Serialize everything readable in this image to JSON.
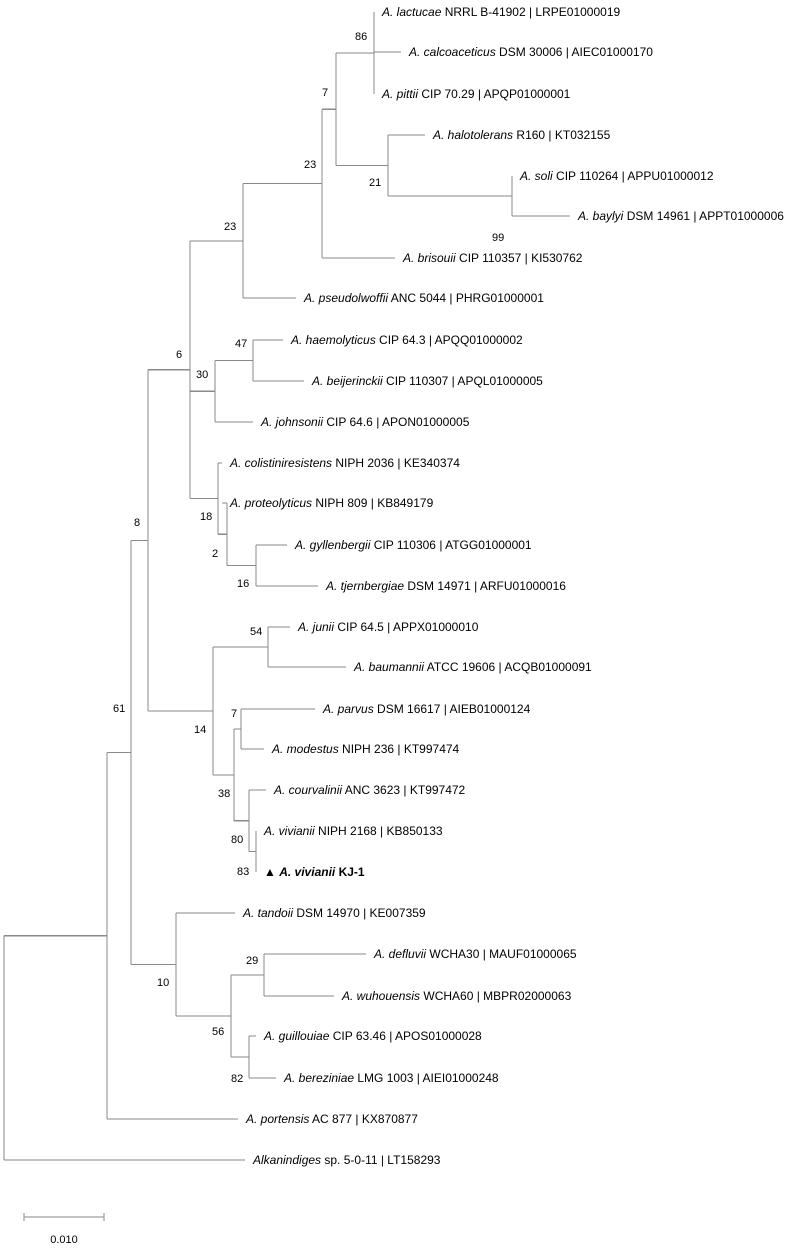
{
  "taxa": [
    {
      "species": "A. lactucae",
      "strain": " NRRL B-41902 | LRPE01000019"
    },
    {
      "species": "A. calcoaceticus",
      "strain": " DSM 30006 | AIEC01000170"
    },
    {
      "species": "A. pittii",
      "strain": " CIP 70.29 | APQP01000001"
    },
    {
      "species": "A. halotolerans",
      "strain": " R160 | KT032155"
    },
    {
      "species": "A. soli",
      "strain": " CIP 110264 | APPU01000012"
    },
    {
      "species": "A. baylyi",
      "strain": " DSM 14961 | APPT01000006"
    },
    {
      "species": "A. brisouii",
      "strain": " CIP 110357 | KI530762"
    },
    {
      "species": "A. pseudolwoffii",
      "strain": " ANC 5044 | PHRG01000001"
    },
    {
      "species": "A. haemolyticus",
      "strain": " CIP 64.3 | APQQ01000002"
    },
    {
      "species": "A. beijerinckii",
      "strain": " CIP 110307 | APQL01000005"
    },
    {
      "species": "A. johnsonii",
      "strain": " CIP 64.6 | APON01000005"
    },
    {
      "species": "A. colistiniresistens",
      "strain": " NIPH 2036 | KE340374"
    },
    {
      "species": "A. proteolyticus",
      "strain": " NIPH 809 | KB849179"
    },
    {
      "species": "A. gyllenbergii",
      "strain": " CIP 110306 | ATGG01000001"
    },
    {
      "species": "A. tjernbergiae",
      "strain": " DSM 14971 | ARFU01000016"
    },
    {
      "species": "A. junii",
      "strain": " CIP 64.5 | APPX01000010"
    },
    {
      "species": "A. baumannii",
      "strain": " ATCC 19606 | ACQB01000091"
    },
    {
      "species": "A. parvus",
      "strain": " DSM 16617 | AIEB01000124"
    },
    {
      "species": "A. modestus",
      "strain": " NIPH 236 | KT997474"
    },
    {
      "species": "A. courvalinii",
      "strain": " ANC 3623 | KT997472"
    },
    {
      "species": "A. vivianii",
      "strain": " NIPH 2168 | KB850133"
    },
    {
      "species": "A. vivianii",
      "strain": " KJ-1",
      "marker": "▲",
      "highlight": true
    },
    {
      "species": "A. tandoii",
      "strain": " DSM 14970 | KE007359"
    },
    {
      "species": "A. defluvii",
      "strain": " WCHA30 | MAUF01000065"
    },
    {
      "species": "A. wuhouensis",
      "strain": " WCHA60 | MBPR02000063"
    },
    {
      "species": "A. guillouiae",
      "strain": " CIP 63.46 | APOS01000028"
    },
    {
      "species": "A. bereziniae",
      "strain": " LMG 1003 | AIEI01000248"
    },
    {
      "species": "A. portensis",
      "strain": " AC 877 | KX870877"
    },
    {
      "species": "Alkanindiges",
      "strain": " sp. 5-0-11 | LT158293"
    }
  ],
  "bootstrap": {
    "n86": "86",
    "n7": "7",
    "n23a": "23",
    "n21": "21",
    "n99": "99",
    "n23b": "23",
    "n6": "6",
    "n47": "47",
    "n30": "30",
    "n18": "18",
    "n2": "2",
    "n16": "16",
    "n8": "8",
    "n54": "54",
    "n14": "14",
    "n7b": "7",
    "n38": "38",
    "n80": "80",
    "n83": "83",
    "n61": "61",
    "n10": "10",
    "n29": "29",
    "n56": "56",
    "n82": "82"
  },
  "scale_bar": {
    "value": 0.01,
    "label": "0.010"
  }
}
